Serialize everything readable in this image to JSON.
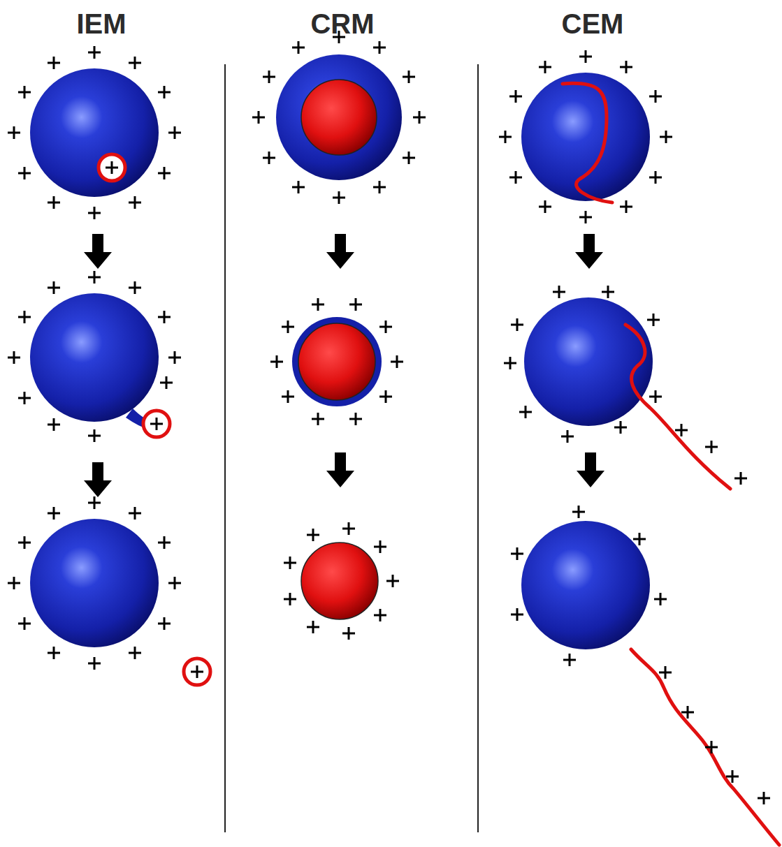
{
  "diagram": {
    "labels": [
      "IEM",
      "CRM",
      "CEM"
    ]
  }
}
